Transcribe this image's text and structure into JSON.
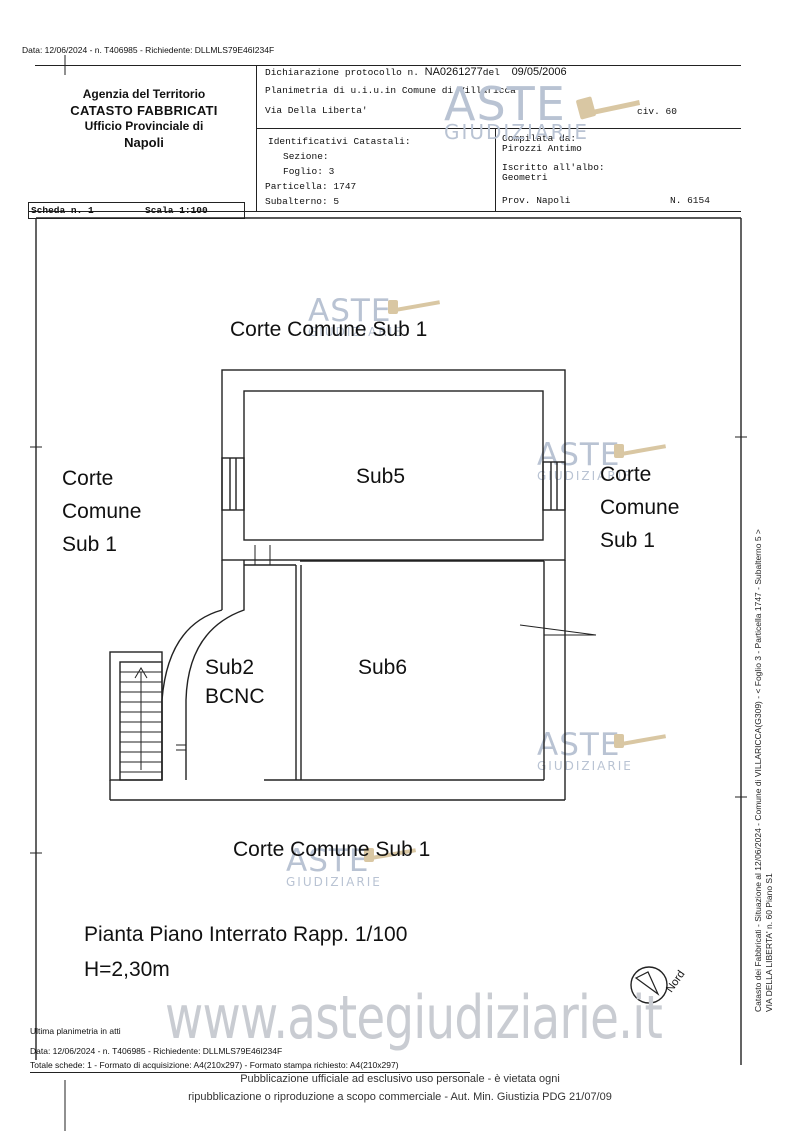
{
  "top_line": "Data: 12/06/2024 - n. T406985 - Richiedente: DLLMLS79E46I234F",
  "agency": {
    "line1": "Agenzia del Territorio",
    "line2": "CATASTO FABBRICATI",
    "line3": "Ufficio Provinciale di",
    "line4": "Napoli"
  },
  "scheda": {
    "label": "Scheda n. 1",
    "scala": "Scala 1:100"
  },
  "declaration": {
    "protocol_prefix": "Dichiarazione protocollo n.",
    "protocol_number": "NA0261277",
    "del_label": "del",
    "date": "09/05/2006",
    "planimetria": "Planimetria di u.i.u.in Comune di Villaricca",
    "street": "Via Della Liberta'",
    "civ": "civ. 60"
  },
  "identificativi": {
    "title": "Identificativi Catastali:",
    "sezione": "Sezione:",
    "foglio": "Foglio: 3",
    "particella": "Particella: 1747",
    "subalterno": "Subalterno: 5"
  },
  "compilata": {
    "label": "Compilata da:",
    "name": "Pirozzi Antimo",
    "iscritto": "Iscritto all'albo:",
    "albo": "Geometri",
    "prov": "Prov. Napoli",
    "n": "N. 6154"
  },
  "watermark": {
    "big": "ASTE",
    "small": "GIUDIZIARIE"
  },
  "plan_labels": {
    "corte_top": "Corte Comune Sub 1",
    "corte_left_1": "Corte",
    "corte_left_2": "Comune",
    "corte_left_3": "Sub 1",
    "corte_right_1": "Corte",
    "corte_right_2": "Comune",
    "corte_right_3": "Sub 1",
    "sub5": "Sub5",
    "sub6": "Sub6",
    "sub2_1": "Sub2",
    "sub2_2": "BCNC",
    "corte_bottom": "Corte Comune Sub 1",
    "pianta": "Pianta Piano Interrato Rapp. 1/100",
    "h": "H=2,30m",
    "nord": "Nord"
  },
  "side_text": {
    "line1": "Catasto dei Fabbricati - Situazione al 12/06/2024 - Comune di VILLARICCA(G309) - < Foglio 3 - Particella 1747 - Subalterno 5 >",
    "line2": "VIA DELLA LIBERTA' n. 60 Piano S1"
  },
  "footer": {
    "ultima": "Ultima planimetria in atti",
    "data_line": "Data: 12/06/2024 - n. T406985 - Richiedente: DLLMLS79E46I234F",
    "totale": "Totale schede: 1 - Formato di acquisizione: A4(210x297) - Formato stampa richiesto: A4(210x297)",
    "website": "www.astegiudiziarie.it",
    "pub1": "Pubblicazione ufficiale ad esclusivo uso personale - è vietata ogni",
    "pub2": "ripubblicazione o riproduzione a scopo commerciale - Aut. Min. Giustizia PDG 21/07/09"
  }
}
